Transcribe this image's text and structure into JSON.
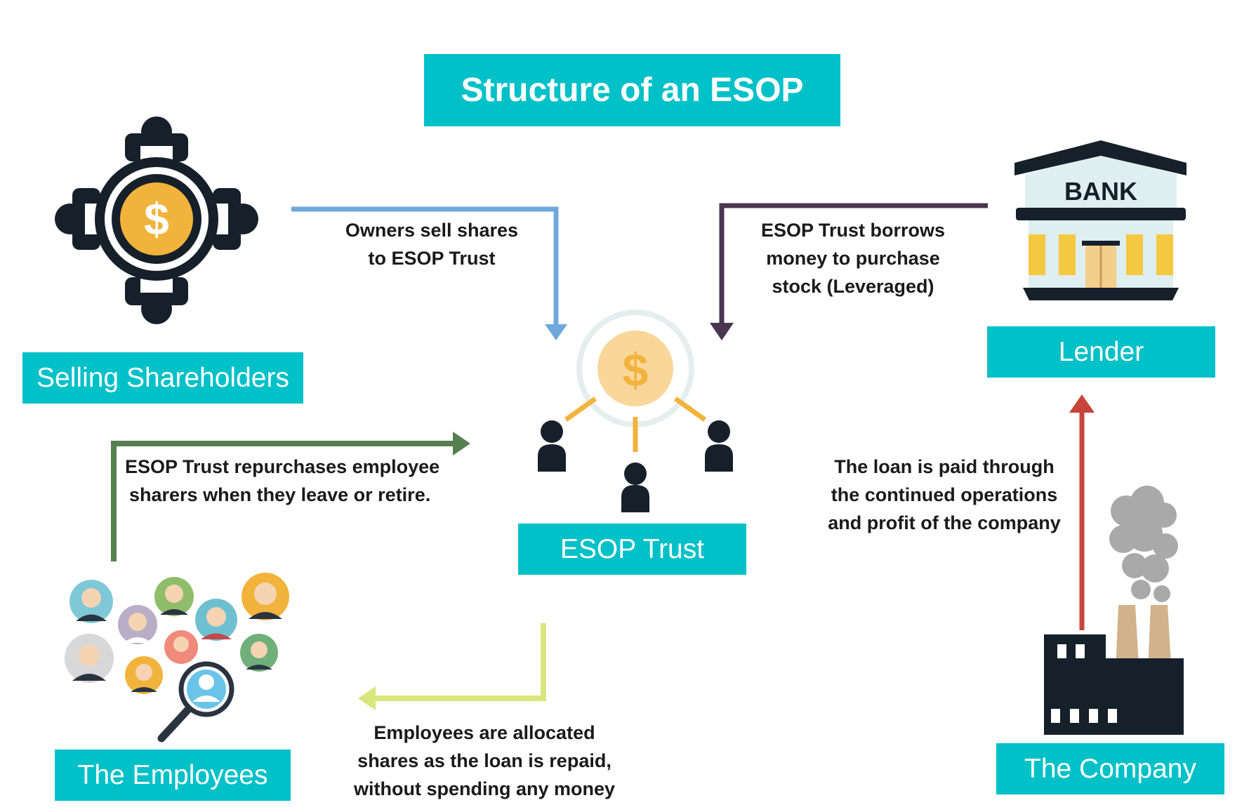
{
  "title": "Structure of an ESOP",
  "labels": {
    "selling_shareholders": "Selling Shareholders",
    "lender": "Lender",
    "esop_trust": "ESOP Trust",
    "employees": "The Employees",
    "company": "The Company"
  },
  "bank_sign": "BANK",
  "notes": {
    "owners_sell": [
      "Owners sell shares",
      "to ESOP Trust"
    ],
    "trust_borrows": [
      "ESOP Trust borrows",
      "money to purchase",
      "stock (Leveraged)"
    ],
    "repurchase": [
      "ESOP Trust repurchases employee",
      "sharers when they leave or retire."
    ],
    "loan_paid": [
      "The loan is paid through",
      "the continued operations",
      "and profit of the company"
    ],
    "allocated": [
      "Employees are allocated",
      "shares as the loan is repaid,",
      "without spending any money"
    ]
  },
  "icons": {
    "shareholders": "meeting-table-dollar-icon",
    "bank": "bank-building-icon",
    "trust": "dollar-network-people-icon",
    "employees": "people-search-icon",
    "company": "factory-icon"
  },
  "colors": {
    "label_bg": "#00c0c8",
    "arrow_owners": "#6fa8dc",
    "arrow_borrow": "#4a3550",
    "arrow_repurchase": "#557f4f",
    "arrow_allocated": "#d8e67c",
    "arrow_loan": "#c8443a",
    "dark": "#16202a",
    "gold": "#f2b33d"
  }
}
